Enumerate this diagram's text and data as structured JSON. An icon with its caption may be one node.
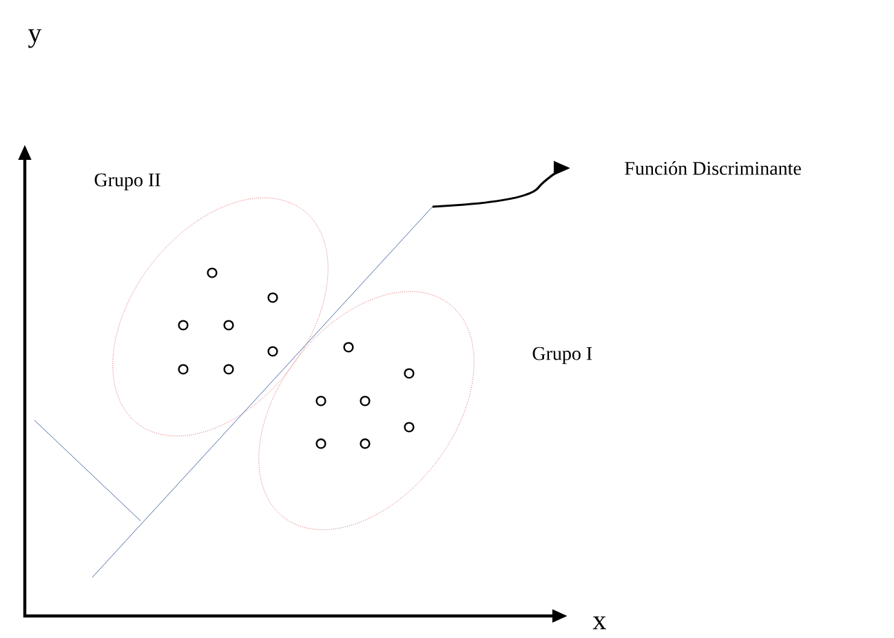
{
  "diagram": {
    "nodes": [
      {
        "text": [
          "Función Discriminante"
        ]
      },
      {
        "text": [],
        "shape": "line"
      }
    ],
    "edges": [
      {
        "from": 1,
        "to": 0,
        "arrow": "to"
      }
    ],
    "labels": [
      "y",
      "Grupo II",
      "Grupo I",
      "x"
    ]
  }
}
